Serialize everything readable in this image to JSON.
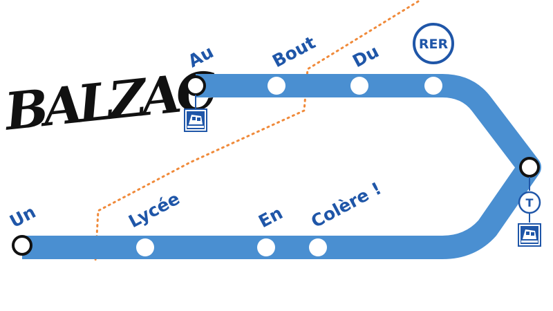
{
  "logo": {
    "text": "BALZAC",
    "icon": "brush-lettering-logo"
  },
  "colors": {
    "line": "#4a8fd1",
    "label": "#1f56a8",
    "walk_path": "#f08a3a",
    "terminus": "#111111",
    "station_fill": "#ffffff"
  },
  "stations": {
    "au": "Au",
    "bout": "Bout",
    "du": "Du",
    "un": "Un",
    "lycee": "Lycée",
    "en": "En",
    "colere": "Colère !"
  },
  "connections": {
    "rer": "RER",
    "tram": "T",
    "transilien_icon": "train-icon"
  }
}
